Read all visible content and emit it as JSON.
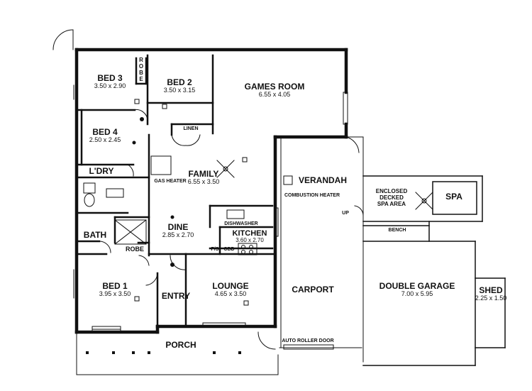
{
  "rooms": {
    "bed3": {
      "name": "BED 3",
      "dims": "3.50 x 2.90"
    },
    "robe_top": {
      "name": "ROBE"
    },
    "bed2": {
      "name": "BED 2",
      "dims": "3.50 x 3.15"
    },
    "games": {
      "name": "GAMES ROOM",
      "dims": "6.55 x 4.05"
    },
    "bed4": {
      "name": "BED 4",
      "dims": "2.50 x 2.45"
    },
    "linen": {
      "name": "LINEN"
    },
    "laundry": {
      "name": "L'DRY"
    },
    "family": {
      "name": "FAMILY",
      "dims": "6.55 x 3.50"
    },
    "verandah": {
      "name": "VERANDAH"
    },
    "spa_area": {
      "name": "ENCLOSED DECKED SPA AREA",
      "line1": "ENCLOSED",
      "line2": "DECKED",
      "line3": "SPA AREA"
    },
    "spa": {
      "name": "SPA"
    },
    "dine": {
      "name": "DINE",
      "dims": "2.85 x 2.70"
    },
    "kitchen": {
      "name": "KITCHEN",
      "dims": "3.60 x 2.70"
    },
    "bath": {
      "name": "BATH"
    },
    "robe_bed1": {
      "name": "ROBE"
    },
    "bed1": {
      "name": "BED 1",
      "dims": "3.95 x 3.50"
    },
    "entry": {
      "name": "ENTRY"
    },
    "lounge": {
      "name": "LOUNGE",
      "dims": "4.65 x 3.50"
    },
    "carport": {
      "name": "CARPORT"
    },
    "garage": {
      "name": "DOUBLE GARAGE",
      "dims": "7.00 x 5.95"
    },
    "shed": {
      "name": "SHED",
      "dims": "2.25 x 1.50"
    },
    "porch": {
      "name": "PORCH"
    }
  },
  "annotations": {
    "gas_heater": "GAS HEATER",
    "combustion_heater": "COMBUSTION HEATER",
    "dishwasher": "DISHWASHER",
    "fs": "F/S",
    "cbd": "CBD",
    "up": "UP",
    "bench": "BENCH",
    "auto_roller_door": "AUTO ROLLER DOOR"
  }
}
